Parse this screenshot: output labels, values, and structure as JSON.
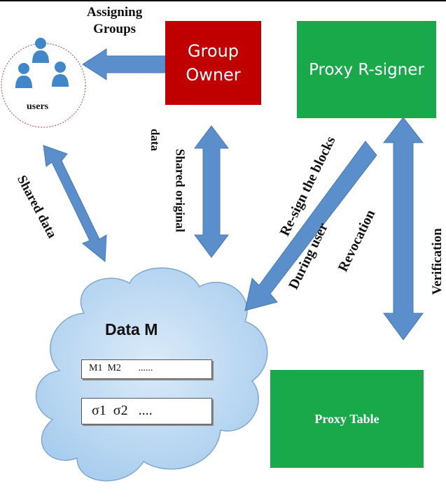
{
  "labels": {
    "assigning_groups": "Assigning\nGroups",
    "users": "users",
    "shared_data": "Shared data",
    "shared_original_data_1": "Shared original",
    "shared_original_data_2": "data",
    "resign_blocks": "Re-sign the blocks",
    "during_user": "During user",
    "revocation": "Revocation",
    "verification": "Verification"
  },
  "boxes": {
    "group_owner": "Group\nOwner",
    "proxy_resigner": "Proxy R-signer",
    "proxy_table": "Proxy Table"
  },
  "cloud": {
    "title": "Data M",
    "blocks_row": "M1  M2       ......",
    "signatures_row": "σ1  σ2   ...."
  },
  "colors": {
    "arrow": "#5b8fcc",
    "arrow_stroke": "#4a79b0",
    "owner_red": "#c00000",
    "proxy_green": "#19a94b",
    "cloud_fill": "#bfdcf4",
    "cloud_stroke": "#7fa8cf"
  }
}
